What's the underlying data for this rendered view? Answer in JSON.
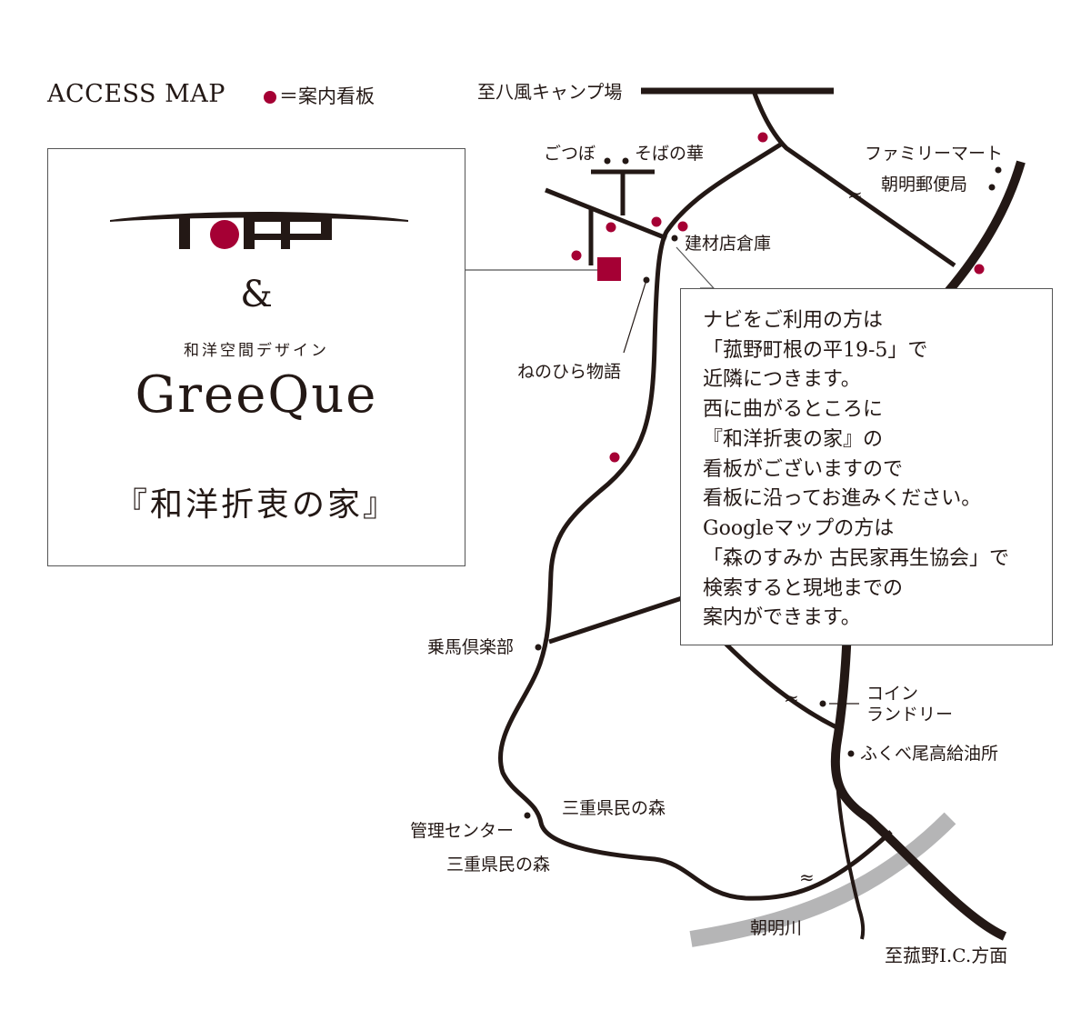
{
  "header": {
    "title": "ACCESS MAP",
    "legend_marker_color": "#a50034",
    "legend_text": "＝案内看板"
  },
  "logo": {
    "ampersand": "&",
    "subtitle": "和洋空間デザイン",
    "brand": "GreeQue",
    "house_name": "『和洋折衷の家』",
    "accent_color": "#a50034",
    "icon": "tmp-logo-mark"
  },
  "labels": {
    "hachiba_camp": "至八風キャンプ場",
    "gotsubo": "ごつぼ",
    "soba": "そばの華",
    "familymart": "ファミリーマート",
    "post_office": "朝明郵便局",
    "warehouse": "建材店倉庫",
    "nenohira": "ねのひら物語",
    "joba_club": "乗馬倶楽部",
    "coin_laundry_1": "コイン",
    "coin_laundry_2": "ランドリー",
    "gas_station": "ふくべ尾高給油所",
    "forest_1": "三重県民の森",
    "kanri_center": "管理センター",
    "forest_2": "三重県民の森",
    "river": "朝明川",
    "komono_ic": "至菰野I.C.方面"
  },
  "directions": {
    "lines": [
      "ナビをご利用の方は",
      "「菰野町根の平19-5」で",
      "近隣につきます。",
      "西に曲がるところに",
      "『和洋折衷の家』の",
      "看板がございますので",
      "看板に沿ってお進みください。",
      "Googleマップの方は",
      "「森のすみか 古民家再生協会」で",
      "検索すると現地までの",
      "案内ができます。"
    ]
  },
  "colors": {
    "road": "#231815",
    "sign": "#a50034",
    "river": "#b5b5b6",
    "destination": "#a50034"
  }
}
